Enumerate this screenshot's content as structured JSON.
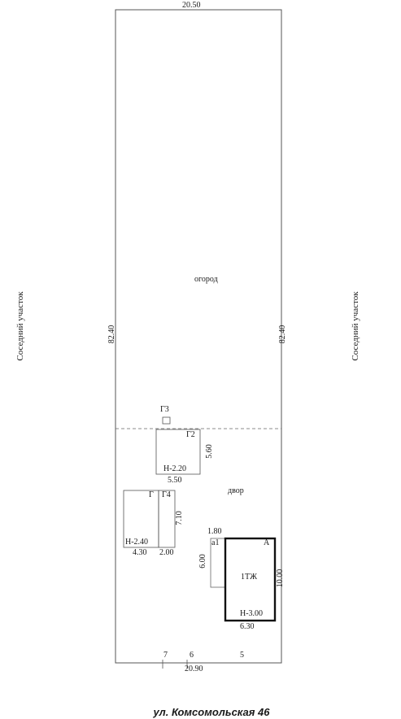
{
  "plot": {
    "top_length": "20.50",
    "bottom_length": "20.90",
    "left_length": "82.40",
    "right_length": "82.40",
    "bottom_segments": [
      "7",
      "6",
      "5"
    ]
  },
  "zones": {
    "garden": "огород",
    "yard": "двор"
  },
  "neighbors": {
    "left": "Соседний участок",
    "right": "Соседний участок"
  },
  "outbuildings": {
    "g3": {
      "label": "Г3"
    },
    "g2": {
      "label": "Г2",
      "height": "Н-2.20",
      "width": "5.50",
      "depth": "5.60"
    },
    "g": {
      "label": "Г",
      "height": "Н-2.40",
      "width": "4.30"
    },
    "g4": {
      "label": "Г4",
      "width": "2.00",
      "depth": "7.10"
    }
  },
  "house": {
    "annex_label": "а1",
    "annex_width": "1.80",
    "annex_depth": "6.00",
    "main_label": "А",
    "floors": "1ТЖ",
    "height": "Н-3.00",
    "width": "6.30",
    "depth": "10.00"
  },
  "street": "ул. Комсомольская 46"
}
